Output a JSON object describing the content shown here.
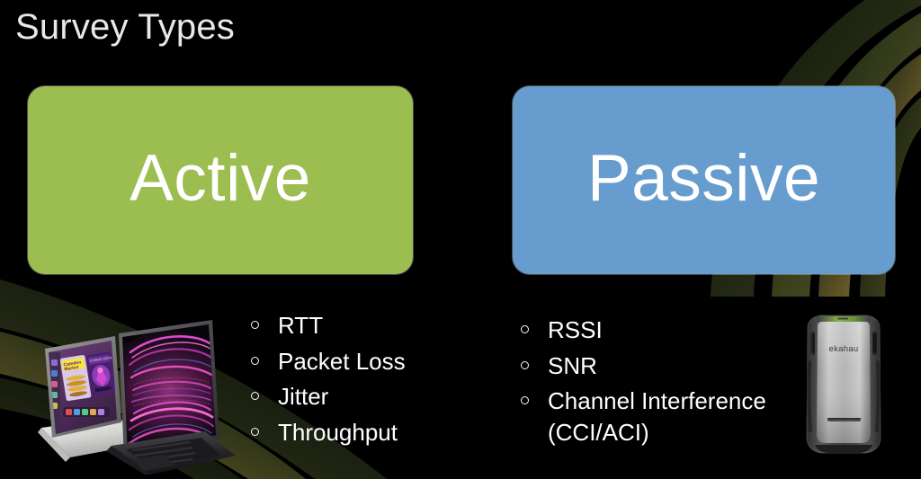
{
  "slide": {
    "title": "Survey Types",
    "background_color": "#000000",
    "title_color": "#e8e8e8"
  },
  "categories": [
    {
      "id": "active",
      "label": "Active",
      "color": "#9CBD50",
      "label_color": "#ffffff"
    },
    {
      "id": "passive",
      "label": "Passive",
      "color": "#679CCE",
      "label_color": "#ffffff"
    }
  ],
  "metrics": {
    "active": {
      "bullet_glyph": "○",
      "items": [
        "RTT",
        "Packet Loss",
        "Jitter",
        "Throughput"
      ]
    },
    "passive": {
      "bullet_glyph": "○",
      "items": [
        "RSSI",
        "SNR",
        "Channel Interference\n(CCI/ACI)"
      ]
    }
  },
  "images": {
    "left": {
      "name": "ipad-pro-magic-keyboard-pair",
      "description": "Two tablets with keyboard cases, one silver one dark with magenta wave wallpaper"
    },
    "right": {
      "name": "ekahau-sidekick-device",
      "brand_text": "ekahau",
      "description": "Portable Wi-Fi measurement device, dark grey shell with silver face"
    }
  },
  "decor": {
    "name": "corner-arc-ribbons",
    "colors": [
      "#2c3318",
      "#4a4a22",
      "#6b5a22",
      "#8a7634",
      "#1d2414"
    ]
  }
}
